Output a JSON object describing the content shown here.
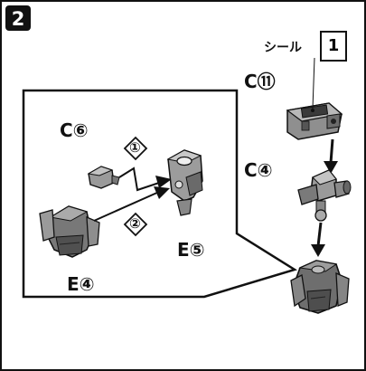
{
  "step": {
    "number": "2"
  },
  "sticker": {
    "label": "シール",
    "number": "1"
  },
  "detail": {
    "sequence": [
      {
        "marker": "①"
      },
      {
        "marker": "②"
      }
    ]
  },
  "parts": {
    "c6": {
      "text": "C⑥"
    },
    "e5": {
      "text": "E⑤"
    },
    "e4": {
      "text": "E④"
    },
    "c11": {
      "text": "C⑪"
    },
    "c4": {
      "text": "C④"
    }
  },
  "colors": {
    "part_gray": "#9a9a9a",
    "part_dark": "#5e5e5e",
    "accent_sticker": "#3a3a3a"
  }
}
